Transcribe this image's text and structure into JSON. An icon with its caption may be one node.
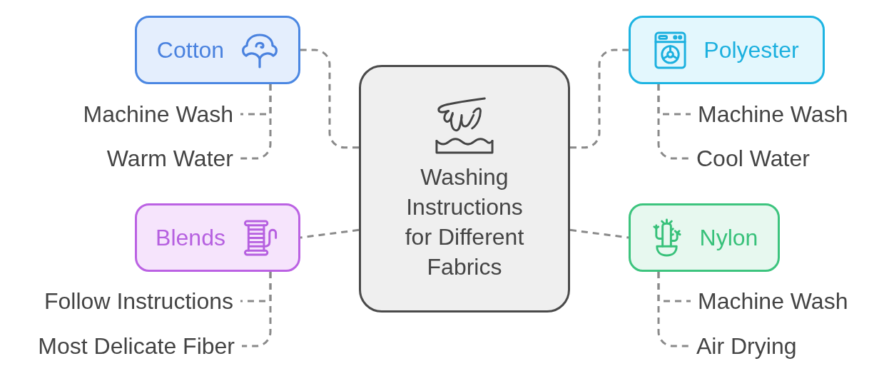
{
  "diagram": {
    "nodes": [
      {
        "text": [
          "Washing Instructions for Different Fabrics"
        ]
      },
      {
        "text": [
          "Cotton"
        ]
      },
      {
        "text": [
          "Machine Wash"
        ]
      },
      {
        "text": [
          "Warm Water"
        ]
      },
      {
        "text": [
          "Polyester"
        ]
      },
      {
        "text": [
          "Machine Wash"
        ]
      },
      {
        "text": [
          "Cool Water"
        ]
      },
      {
        "text": [
          "Blends"
        ]
      },
      {
        "text": [
          "Follow Instructions"
        ]
      },
      {
        "text": [
          "Most Delicate Fiber"
        ]
      },
      {
        "text": [
          "Nylon"
        ]
      },
      {
        "text": [
          "Machine Wash"
        ]
      },
      {
        "text": [
          "Air Drying"
        ]
      }
    ],
    "edges": [
      {
        "from": 0,
        "to": 1,
        "arrow": "none",
        "style": "dashed"
      },
      {
        "from": 0,
        "to": 4,
        "arrow": "none",
        "style": "dashed"
      },
      {
        "from": 0,
        "to": 7,
        "arrow": "none",
        "style": "dashed"
      },
      {
        "from": 0,
        "to": 10,
        "arrow": "none",
        "style": "dashed"
      },
      {
        "from": 1,
        "to": 2,
        "arrow": "none",
        "style": "dashed"
      },
      {
        "from": 1,
        "to": 3,
        "arrow": "none",
        "style": "dashed"
      },
      {
        "from": 4,
        "to": 5,
        "arrow": "none",
        "style": "dashed"
      },
      {
        "from": 4,
        "to": 6,
        "arrow": "none",
        "style": "dashed"
      },
      {
        "from": 7,
        "to": 8,
        "arrow": "none",
        "style": "dashed"
      },
      {
        "from": 7,
        "to": 9,
        "arrow": "none",
        "style": "dashed"
      },
      {
        "from": 10,
        "to": 11,
        "arrow": "none",
        "style": "dashed"
      },
      {
        "from": 10,
        "to": 12,
        "arrow": "none",
        "style": "dashed"
      }
    ]
  }
}
